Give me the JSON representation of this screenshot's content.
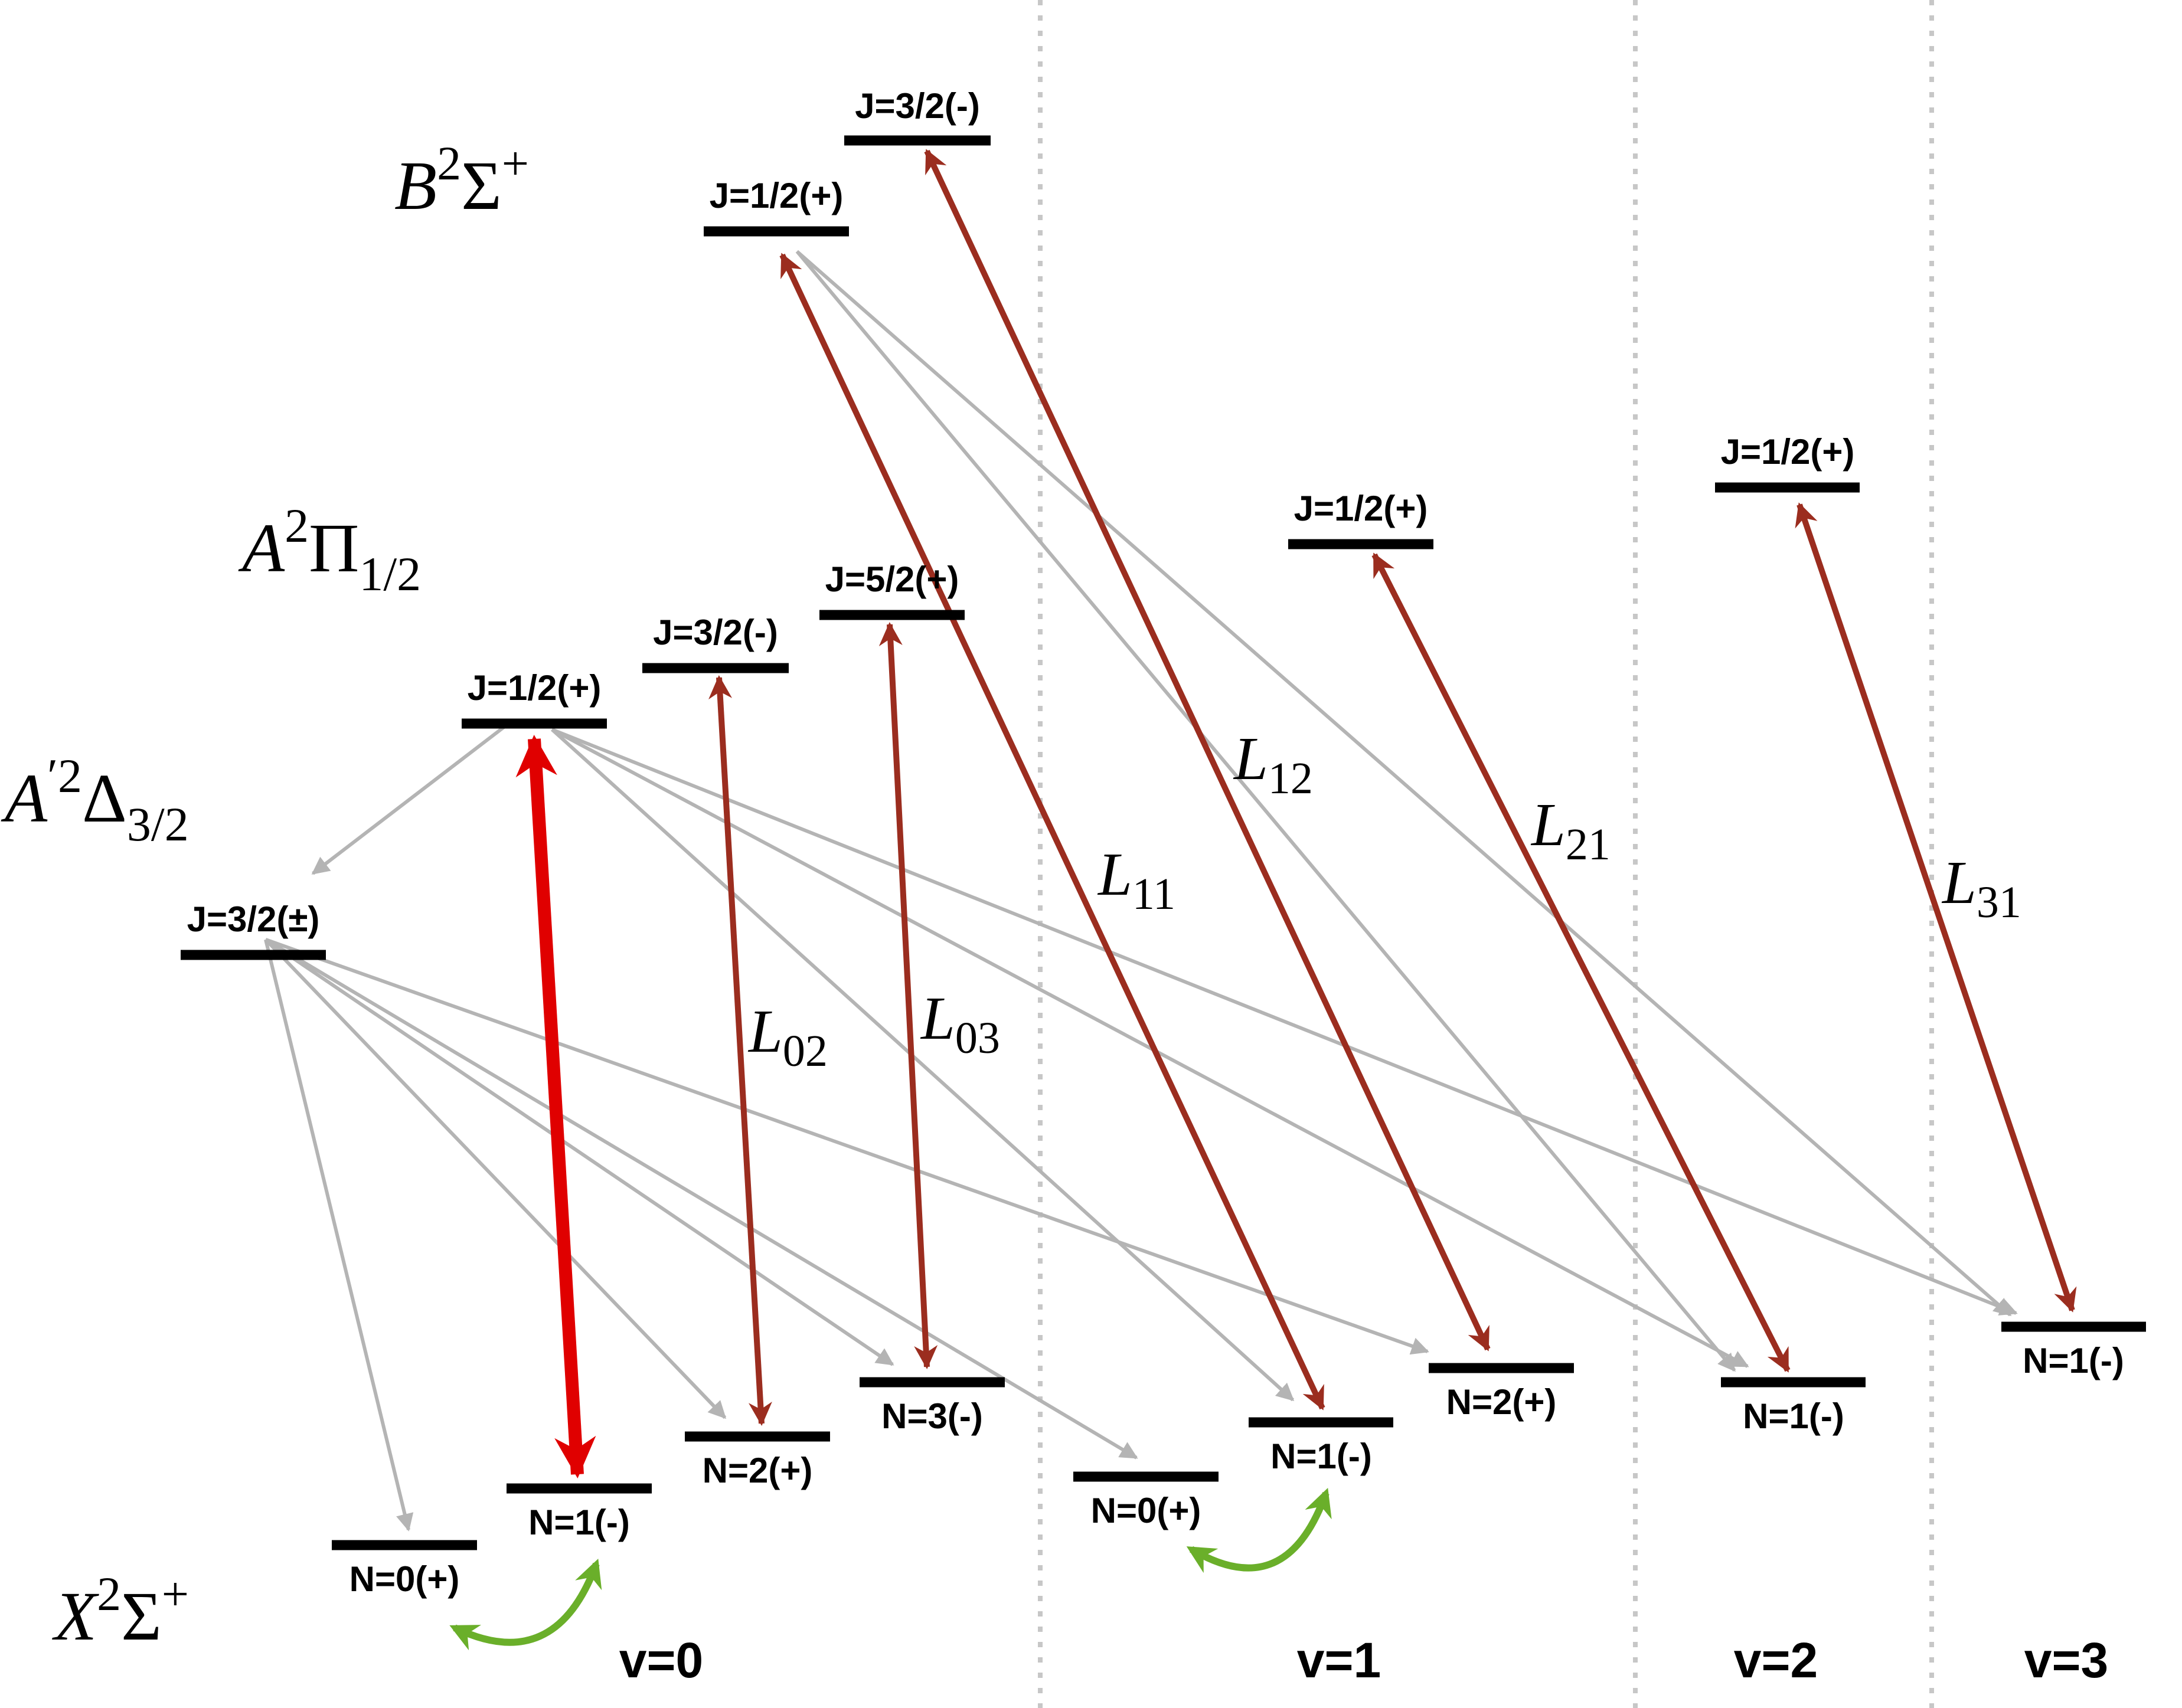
{
  "states": {
    "B": {
      "symbol": "B",
      "sup": "2",
      "term": "Σ",
      "termsup": "+"
    },
    "A": {
      "symbol": "A",
      "sup": "2",
      "term": "Π",
      "sub": "1/2"
    },
    "Aprime": {
      "symbol": "A",
      "sup": "′2",
      "term": "Δ",
      "sub": "3/2"
    },
    "X": {
      "symbol": "X",
      "sup": "2",
      "term": "Σ",
      "termsup": "+"
    }
  },
  "levels": {
    "B_v0_J12": "J=1/2(+)",
    "B_v0_J32": "J=3/2(-)",
    "B_v1_J12": "J=1/2(+)",
    "B_v2_J12": "J=1/2(+)",
    "A_J12": "J=1/2(+)",
    "A_J32": "J=3/2(-)",
    "A_J52": "J=5/2(+)",
    "Ap_J32": "J=3/2(±)",
    "X_v0_N0": "N=0(+)",
    "X_v0_N1": "N=1(-)",
    "X_v0_N2": "N=2(+)",
    "X_v0_N3": "N=3(-)",
    "X_v1_N0": "N=0(+)",
    "X_v1_N1": "N=1(-)",
    "X_v1_N2": "N=2(+)",
    "X_v2_N1": "N=1(-)",
    "X_v3_N1": "N=1(-)"
  },
  "lasers": {
    "L02": {
      "letter": "L",
      "sub": "02"
    },
    "L03": {
      "letter": "L",
      "sub": "03"
    },
    "L11": {
      "letter": "L",
      "sub": "11"
    },
    "L12": {
      "letter": "L",
      "sub": "12"
    },
    "L21": {
      "letter": "L",
      "sub": "21"
    },
    "L31": {
      "letter": "L",
      "sub": "31"
    }
  },
  "vibrational": {
    "v0": "v=0",
    "v1": "v=1",
    "v2": "v=2",
    "v3": "v=3"
  },
  "colors": {
    "main_laser": "#e00000",
    "repump_laser": "#9b2d1f",
    "decay": "#b4b4b4",
    "microwave": "#6aaf2a",
    "level": "#000000",
    "divider": "#c7c7c7"
  }
}
